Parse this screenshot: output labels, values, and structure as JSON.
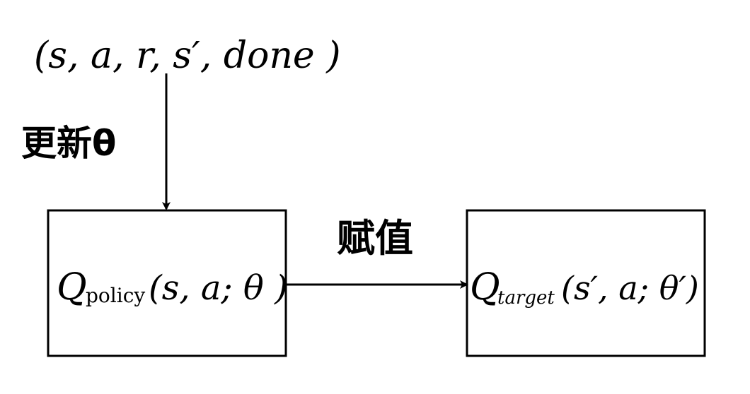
{
  "tuple": {
    "text": "(s, a, r, s′, done )"
  },
  "update_label": {
    "text": "更新θ"
  },
  "assign_label": {
    "text": "赋值"
  },
  "policy_box": {
    "q": "Q",
    "subscript": "policy",
    "args": "(s, a; θ )"
  },
  "target_box": {
    "q": "Q",
    "subscript": "target",
    "args": "(s′, a; θ′)"
  }
}
